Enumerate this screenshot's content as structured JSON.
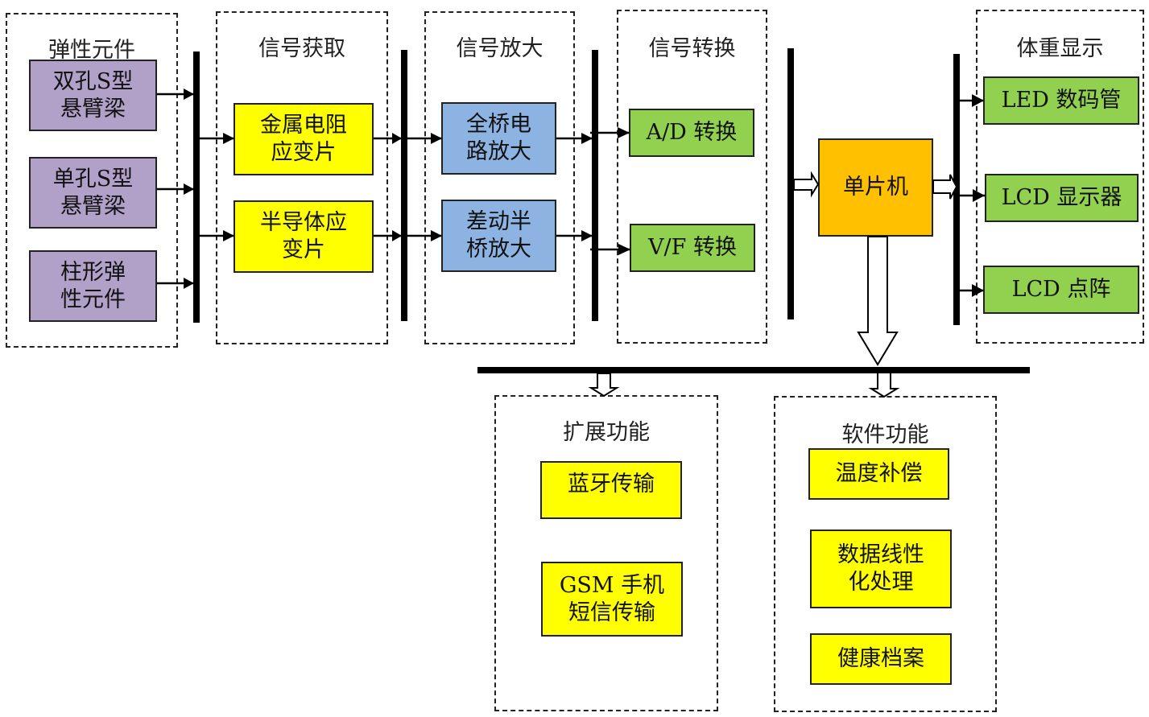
{
  "diagram": {
    "groups": {
      "elastic": {
        "title": "弹性元件",
        "items": [
          "双孔S型\n悬臂梁",
          "单孔S型\n悬臂梁",
          "柱形弹\n性元件"
        ]
      },
      "acquire": {
        "title": "信号获取",
        "items": [
          "金属电阻\n应变片",
          "半导体应\n变片"
        ]
      },
      "amplify": {
        "title": "信号放大",
        "items": [
          "全桥电\n路放大",
          "差动半\n桥放大"
        ]
      },
      "convert": {
        "title": "信号转换",
        "items": [
          "A/D 转换",
          "V/F 转换"
        ]
      },
      "display": {
        "title": "体重显示",
        "items": [
          "LED 数码管",
          "LCD 显示器",
          "LCD 点阵"
        ]
      },
      "extension": {
        "title": "扩展功能",
        "items": [
          "蓝牙传输",
          "GSM 手机\n短信传输"
        ]
      },
      "software": {
        "title": "软件功能",
        "items": [
          "温度补偿",
          "数据线性\n化处理",
          "健康档案"
        ]
      }
    },
    "mcu": {
      "label": "单片机"
    },
    "colors": {
      "elastic": "#b1a0c7",
      "acquire": "#ffff00",
      "amplify": "#8db3e2",
      "convert": "#92d050",
      "mcu": "#ffc000",
      "display": "#92d050",
      "extension": "#ffff00",
      "software": "#ffff00"
    }
  }
}
